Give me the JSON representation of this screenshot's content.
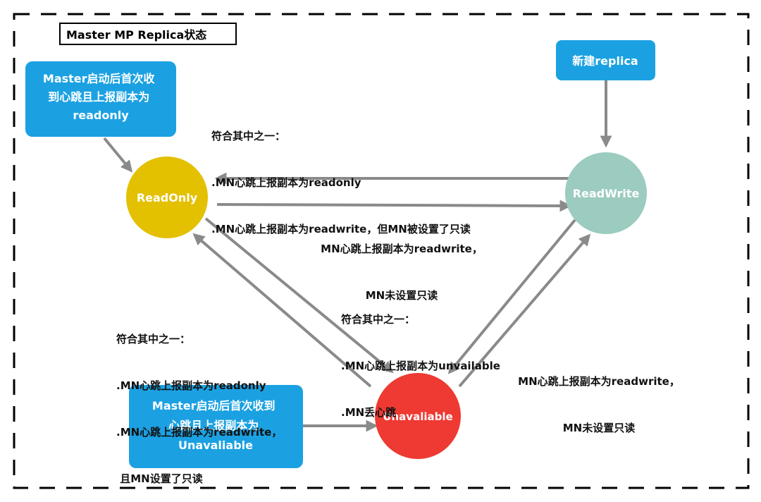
{
  "title": "Master MP Replica状态",
  "states": {
    "readonly": {
      "label": "ReadOnly",
      "color": "#e3c000"
    },
    "readwrite": {
      "label": "ReadWrite",
      "color": "#9ccbc0"
    },
    "unavailable": {
      "label": "Unavaliable",
      "color": "#ee3a32"
    }
  },
  "entry_boxes": {
    "readonly_entry": {
      "lines": [
        "Master启动后首次收",
        "到心跳且上报副本为",
        "readonly"
      ],
      "color": "#1ba1e2"
    },
    "new_replica": {
      "lines": [
        "新建replica"
      ],
      "color": "#1ba1e2"
    },
    "unavailable_entry": {
      "lines": [
        "Master启动后首次收到",
        "心跳且上报副本为",
        "Unavaliable"
      ],
      "color": "#1ba1e2"
    }
  },
  "conditions": {
    "rw_to_ro": [
      "符合其中之一：",
      ".MN心跳上报副本为readonly",
      ".MN心跳上报副本为readwrite，但MN被设置了只读"
    ],
    "ro_to_rw": [
      "MN心跳上报副本为readwrite，",
      "MN未设置只读"
    ],
    "to_unavailable": [
      "符合其中之一：",
      ".MN心跳上报副本为unvailable",
      ".MN丢心跳"
    ],
    "un_to_ro": [
      "符合其中之一：",
      ".MN心跳上报副本为readonly",
      ".MN心跳上报副本为readwrite，",
      " 且MN设置了只读"
    ],
    "un_to_rw": [
      "MN心跳上报副本为readwrite，",
      "MN未设置只读"
    ]
  },
  "arrow_color": "#8a8a8a"
}
